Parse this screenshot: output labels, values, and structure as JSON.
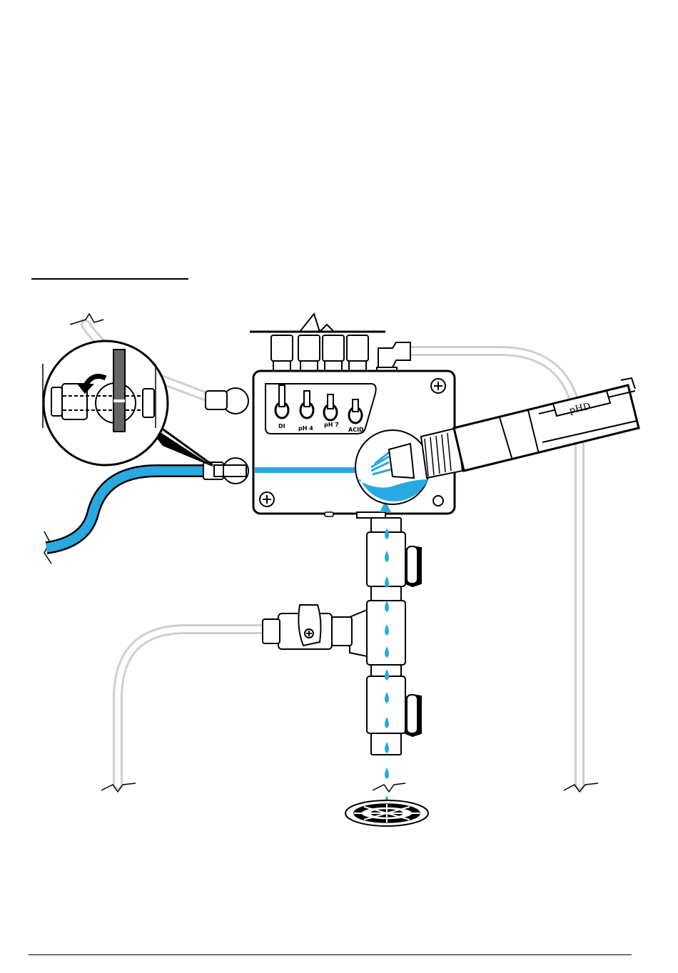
{
  "figure": {
    "valve_labels": [
      "DI",
      "pH 4",
      "pH 7",
      "ACID"
    ],
    "probe_label": "pHD"
  },
  "colors": {
    "water": "#29a9e1",
    "outline": "#000000",
    "tubing": "#cfcfcf",
    "body": "#ffffff"
  },
  "icons": [
    "rotate-arrow-icon",
    "screw-icon",
    "water-drop-icon",
    "drain-icon"
  ]
}
